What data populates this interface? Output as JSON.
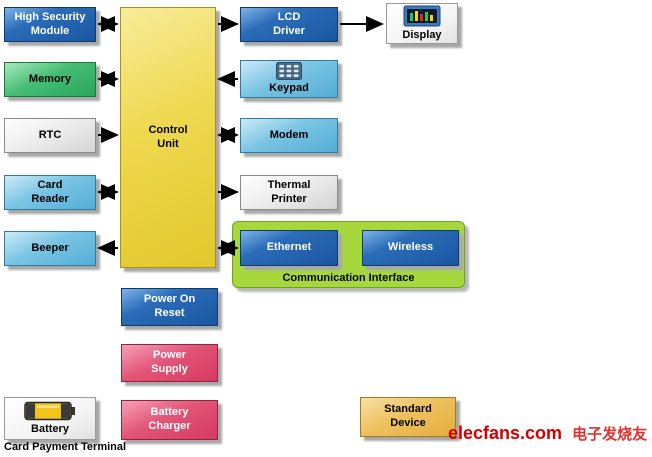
{
  "diagram": {
    "title": "Card Payment Terminal",
    "blocks": {
      "hsm": "High Security\nModule",
      "memory": "Memory",
      "rtc": "RTC",
      "card_reader": "Card\nReader",
      "beeper": "Beeper",
      "control_unit": "Control\nUnit",
      "lcd_driver": "LCD\nDriver",
      "display": "Display",
      "keypad": "Keypad",
      "modem": "Modem",
      "thermal_printer": "Thermal\nPrinter",
      "ethernet": "Ethernet",
      "wireless": "Wireless",
      "comm_interface": "Communication Interface",
      "power_on_reset": "Power On\nReset",
      "power_supply": "Power\nSupply",
      "battery_charger": "Battery\nCharger",
      "battery": "Battery",
      "standard_device": "Standard\nDevice"
    },
    "connections": [
      {
        "from": "high_security_module",
        "to": "control_unit",
        "direction": "both"
      },
      {
        "from": "memory",
        "to": "control_unit",
        "direction": "both"
      },
      {
        "from": "rtc",
        "to": "control_unit",
        "direction": "to"
      },
      {
        "from": "card_reader",
        "to": "control_unit",
        "direction": "both"
      },
      {
        "from": "control_unit",
        "to": "beeper",
        "direction": "to"
      },
      {
        "from": "control_unit",
        "to": "lcd_driver",
        "direction": "to"
      },
      {
        "from": "lcd_driver",
        "to": "display",
        "direction": "to"
      },
      {
        "from": "keypad",
        "to": "control_unit",
        "direction": "to"
      },
      {
        "from": "control_unit",
        "to": "modem",
        "direction": "both"
      },
      {
        "from": "control_unit",
        "to": "thermal_printer",
        "direction": "to"
      },
      {
        "from": "control_unit",
        "to": "communication_interface",
        "direction": "both"
      }
    ],
    "colors": {
      "dark_blue": "#1a56a0",
      "light_blue": "#54aed6",
      "green": "#2aa55c",
      "gray": "#e0e0e0",
      "yellow": "#e2c82d",
      "pink": "#d63a60",
      "lime_panel": "#a6d83e",
      "tan": "#e4ae3e",
      "logo_red": "#d40000"
    },
    "watermark": {
      "brand": "elecfans.com",
      "chinese": "电子发烧友"
    }
  }
}
